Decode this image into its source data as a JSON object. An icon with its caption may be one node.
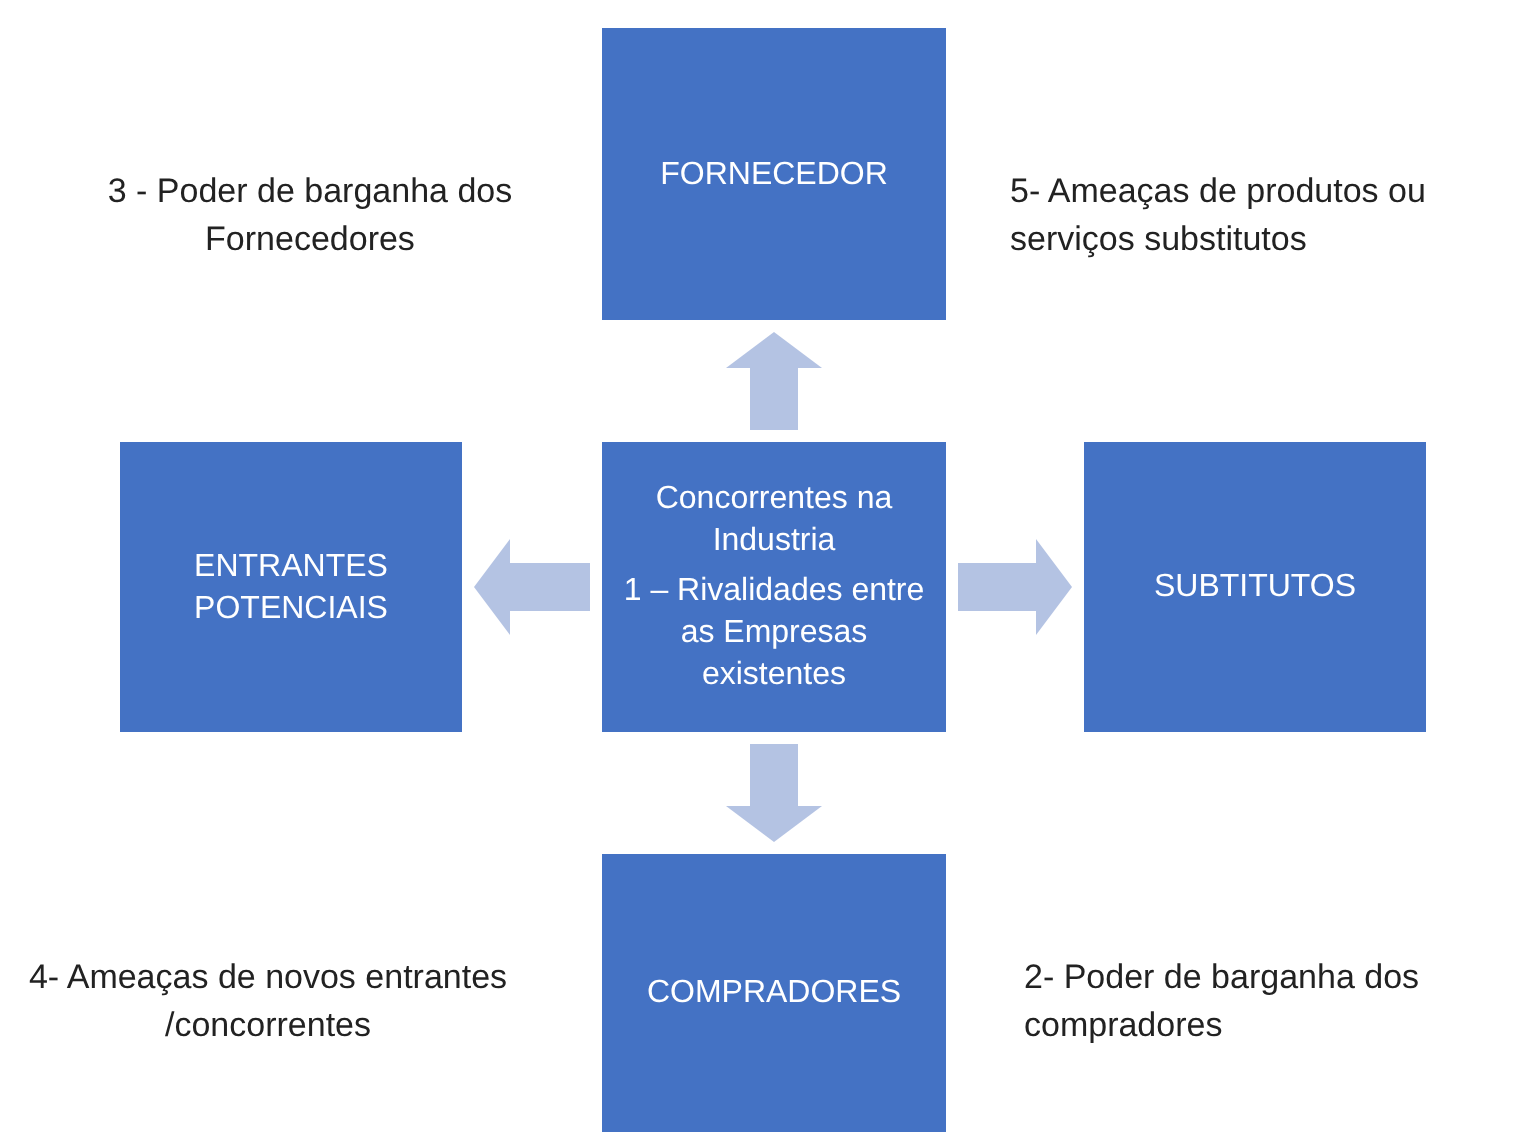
{
  "diagram": {
    "nodes": [
      {
        "text": [
          "FORNECEDOR"
        ]
      },
      {
        "text": [
          "ENTRANTES POTENCIAIS"
        ]
      },
      {
        "text": [
          "Concorrentes na Industria",
          "1 – Rivalidades entre as Empresas existentes"
        ]
      },
      {
        "text": [
          "SUBTITUTOS"
        ]
      },
      {
        "text": [
          "COMPRADORES"
        ]
      }
    ],
    "edges": [
      {
        "from": 2,
        "to": 0,
        "arrow": "to"
      },
      {
        "from": 2,
        "to": 1,
        "arrow": "to"
      },
      {
        "from": 2,
        "to": 3,
        "arrow": "to"
      },
      {
        "from": 2,
        "to": 4,
        "arrow": "to"
      }
    ],
    "labels": [
      "3 - Poder de barganha dos Fornecedores",
      "5- Ameaças de produtos ou serviços substitutos",
      "4- Ameaças de novos entrantes /concorrentes",
      "2- Poder de barganha dos compradores"
    ]
  }
}
